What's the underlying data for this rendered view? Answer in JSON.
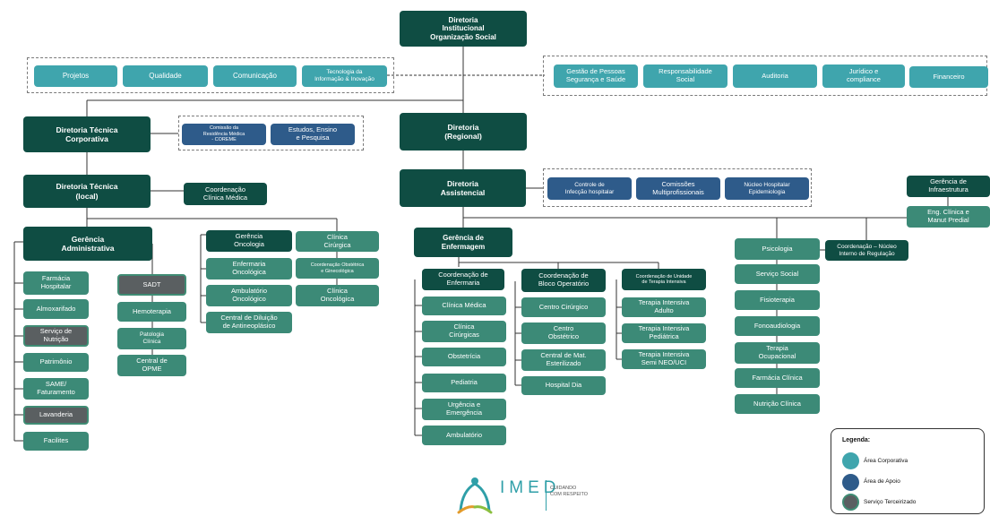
{
  "top": {
    "diretoria_institucional": "Diretoria\nInstitucional\nOrganização Social"
  },
  "left_support": [
    "Projetos",
    "Qualidade",
    "Comunicação",
    "Tecnologia da\nInformação & Inovação"
  ],
  "right_support": [
    "Gestão de Pessoas\nSegurança e Saúde",
    "Responsabilidade\nSocial",
    "Auditoria",
    "Jurídico e\ncompliance",
    "Financeiro"
  ],
  "corporativa": {
    "title": "Diretoria Técnica\nCorporativa",
    "comissao": "Comissão da\nResidência Médica\n- COREME",
    "estudos": "Estudos, Ensino\ne Pesquisa"
  },
  "regional": "Diretoria\n(Regional)",
  "local": {
    "title": "Diretoria Técnica\n(local)",
    "coord_clinica": "Coordenação\nClínica Médica"
  },
  "administrativa": {
    "title": "Gerência\nAdministrativa",
    "col1": [
      "Farmácia\nHospitalar",
      "Almoxarifado",
      "Serviço de\nNutrição",
      "Patrimônio",
      "SAME/\nFaturamento",
      "Lavanderia",
      "Facilites"
    ],
    "sadt": "SADT",
    "col2": [
      "Hemoterapia",
      "Patologia\nClínica",
      "Central de\nOPME"
    ]
  },
  "oncologia": {
    "title": "Gerência\nOncologia",
    "items": [
      "Enfermaria\nOncológica",
      "Ambulatório\nOncológico",
      "Central de Diluição\nde Antineoplásico"
    ],
    "clinica_cirurgica": "Clínica\nCirúrgica",
    "coord_obst": "Coordenação Obstétrica\ne Ginecológica",
    "clinica_oncologica": "Clínica\nOncológica"
  },
  "assistencial": {
    "title": "Diretoria\nAssistencial",
    "support": [
      "Controle de\nInfecção hospitalar",
      "Comissões\nMultiprofissionais",
      "Núcleo Hospitalar\nEpidemiologia"
    ]
  },
  "enfermagem": {
    "title": "Gerência de\nEnfermagem",
    "coord_enfermaria": {
      "title": "Coordenação de\nEnfermaria",
      "items": [
        "Clínica Médica",
        "Clínica\nCirúrgicas",
        "Obstetrícia",
        "Pediatria",
        "Urgência e\nEmergência",
        "Ambulatório"
      ]
    },
    "coord_bloco": {
      "title": "Coordenação de\nBloco Operatório",
      "items": [
        "Centro Cirúrgico",
        "Centro\nObstétrico",
        "Central de Mat.\nEsterilizado",
        "Hospital Dia"
      ]
    },
    "coord_uti": {
      "title": "Coordenação de Unidade\nde Terapia Intensiva",
      "items": [
        "Terapia Intensiva\nAdulto",
        "Terapia Intensiva\nPediátrica",
        "Terapia Intensiva\nSemi NEO/UCI"
      ]
    }
  },
  "multiprofissional": [
    "Psicologia",
    "Serviço Social",
    "Fisioterapia",
    "Fonoaudiologia",
    "Terapia\nOcupacional",
    "Farmácia Clínica",
    "Nutrição Clínica"
  ],
  "nucleo_regulacao": "Coordenação – Núcleo\nInterno de Regulação",
  "infraestrutura": {
    "title": "Gerência de\nInfraestrutura",
    "eng": "Eng. Clínica e\nManut Predial"
  },
  "legend": {
    "title": "Legenda:",
    "items": [
      {
        "label": "Área Corporativa",
        "color": "#3fa5ad"
      },
      {
        "label": "Área de Apoio",
        "color": "#2e5b8a"
      },
      {
        "label": "Serviço Terceirizado",
        "color": "#5a5f61"
      }
    ]
  },
  "logo": {
    "name": "IMED",
    "tagline": "CUIDANDO\nCOM RESPEITO"
  },
  "colors": {
    "dark": "#0f4d43",
    "mid": "#3c8a77",
    "light": "#3fa5ad",
    "blue": "#2e5b8a",
    "gray": "#5a5f61",
    "line": "#333333"
  }
}
